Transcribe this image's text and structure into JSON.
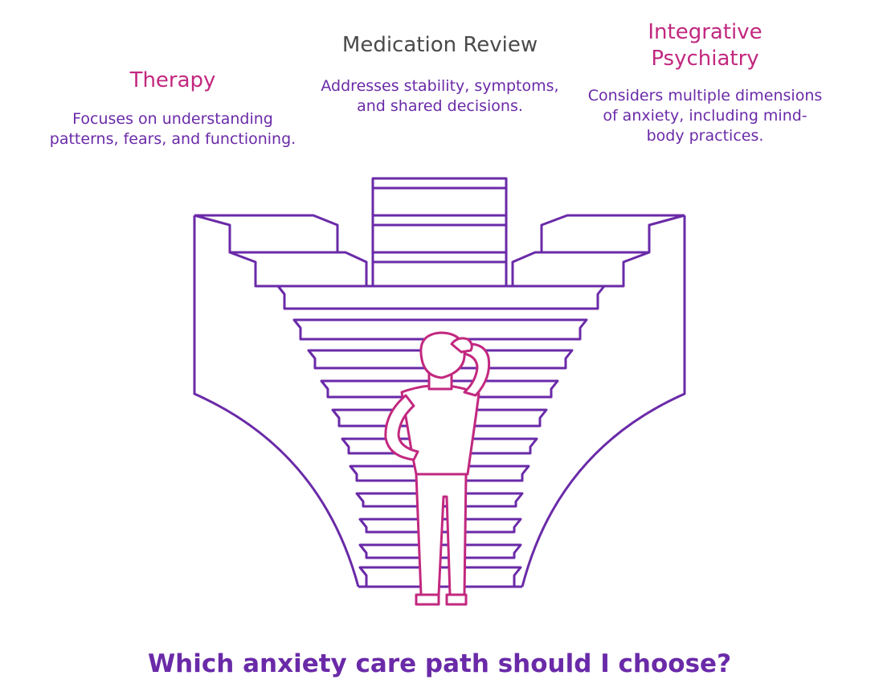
{
  "options": [
    {
      "id": "therapy",
      "title": "Therapy",
      "description": "Focuses on understanding patterns, fears, and functioning."
    },
    {
      "id": "medication",
      "title": "Medication Review",
      "description": "Addresses stability, symptoms, and shared decisions."
    },
    {
      "id": "integrative",
      "title": "Integrative\nPsychiatry",
      "description": "Considers multiple dimensions of anxiety, including mind-body practices."
    }
  ],
  "question": "Which anxiety care path should I choose?",
  "colors": {
    "stair_outline": "#6a2aa8",
    "person_outline": "#c2287f",
    "accent_title": "#c2287f",
    "neutral_title": "#4a4a4a",
    "body_text": "#6a2aa8"
  },
  "icons": [
    "staircase-illustration",
    "person-thinking-icon"
  ]
}
